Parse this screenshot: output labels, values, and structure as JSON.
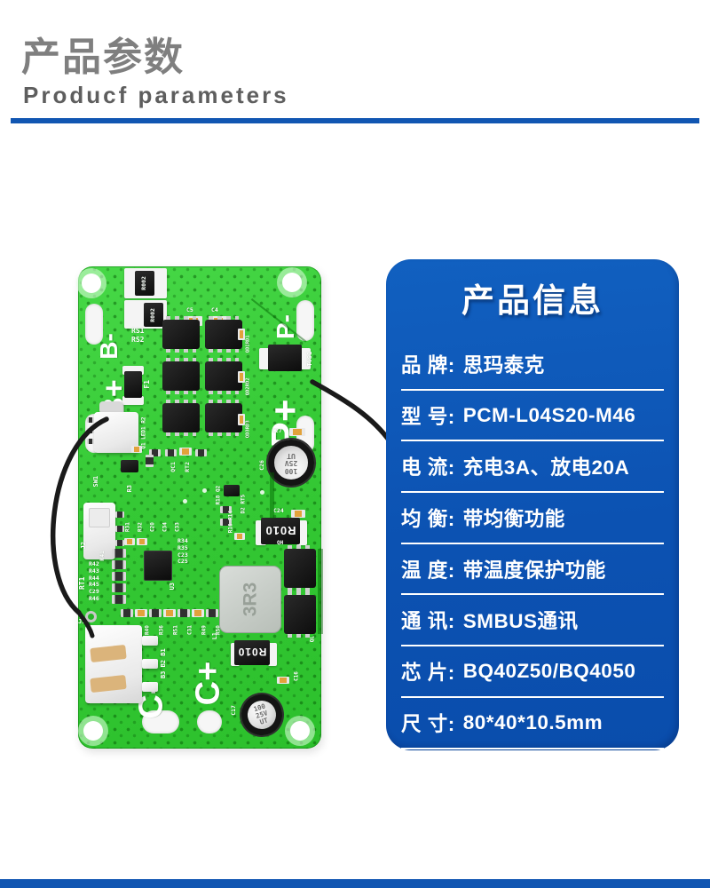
{
  "header": {
    "title": "产品参数",
    "subtitle": "Producf parameters"
  },
  "info_panel": {
    "title": "产品信息",
    "rows": [
      {
        "label": "品 牌:",
        "value": "思玛泰克"
      },
      {
        "label": "型 号:",
        "value": "PCM-L04S20-M46"
      },
      {
        "label": "电 流:",
        "value": "充电3A、放电20A"
      },
      {
        "label": "均 衡:",
        "value": "带均衡功能"
      },
      {
        "label": "温 度:",
        "value": "带温度保护功能"
      },
      {
        "label": "通 讯:",
        "value": "SMBUS通讯"
      },
      {
        "label": "芯 片:",
        "value": "BQ40Z50/BQ4050"
      },
      {
        "label": "尺 寸:",
        "value": "80*40*10.5mm"
      }
    ]
  },
  "pcb": {
    "silk": {
      "b_minus": "B-",
      "b_plus": "B+",
      "p_minus": "P-",
      "p_plus": "P+",
      "c_minus": "C-",
      "c_plus": "C+",
      "r002": "R002",
      "rs": "RS1\nRS2",
      "tvs1": "TVS1",
      "f1": "F1",
      "sw1": "SW1",
      "q1_led1_r2": "Q1 LED1 R2",
      "r3": "R3",
      "j2": "J2",
      "rt1": "RT1",
      "left_col": "R42\nR43\nR44\nR45\nC29\nR46",
      "r41": "R41",
      "u3": "U3",
      "mid_col": "R34\nR35\nC23\nC25",
      "row_caps": [
        "R31",
        "R32",
        "C20",
        "C34",
        "C33"
      ],
      "qc1": "QC1",
      "rt2": "RT2",
      "c5": "C5",
      "c4": "C4",
      "fet_col": [
        "QD1RD1",
        "QD2RD2",
        "QD3RD3"
      ],
      "mid_cluster": [
        "R18 Q2",
        "R16 R14",
        "D2 RT5"
      ],
      "bot_row": [
        "C30",
        "R40",
        "R36",
        "R51",
        "C31",
        "R49",
        "R50"
      ],
      "l1": "L1",
      "inductor_value": "3R3",
      "r010": "R010",
      "cap_value": "100\n25V\nUT",
      "c26": "C26",
      "c27": "C27",
      "c24": "C24",
      "c17": "C17",
      "c16": "C16",
      "qh": "QH",
      "ql": "QL",
      "j1": "J1",
      "b_pins": "B3 B2 B1"
    }
  },
  "colors": {
    "accent_blue": "#1156b2",
    "panel_blue": "#0d54b5",
    "pcb_green": "#35c935",
    "title_gray": "#7f7f7f"
  }
}
